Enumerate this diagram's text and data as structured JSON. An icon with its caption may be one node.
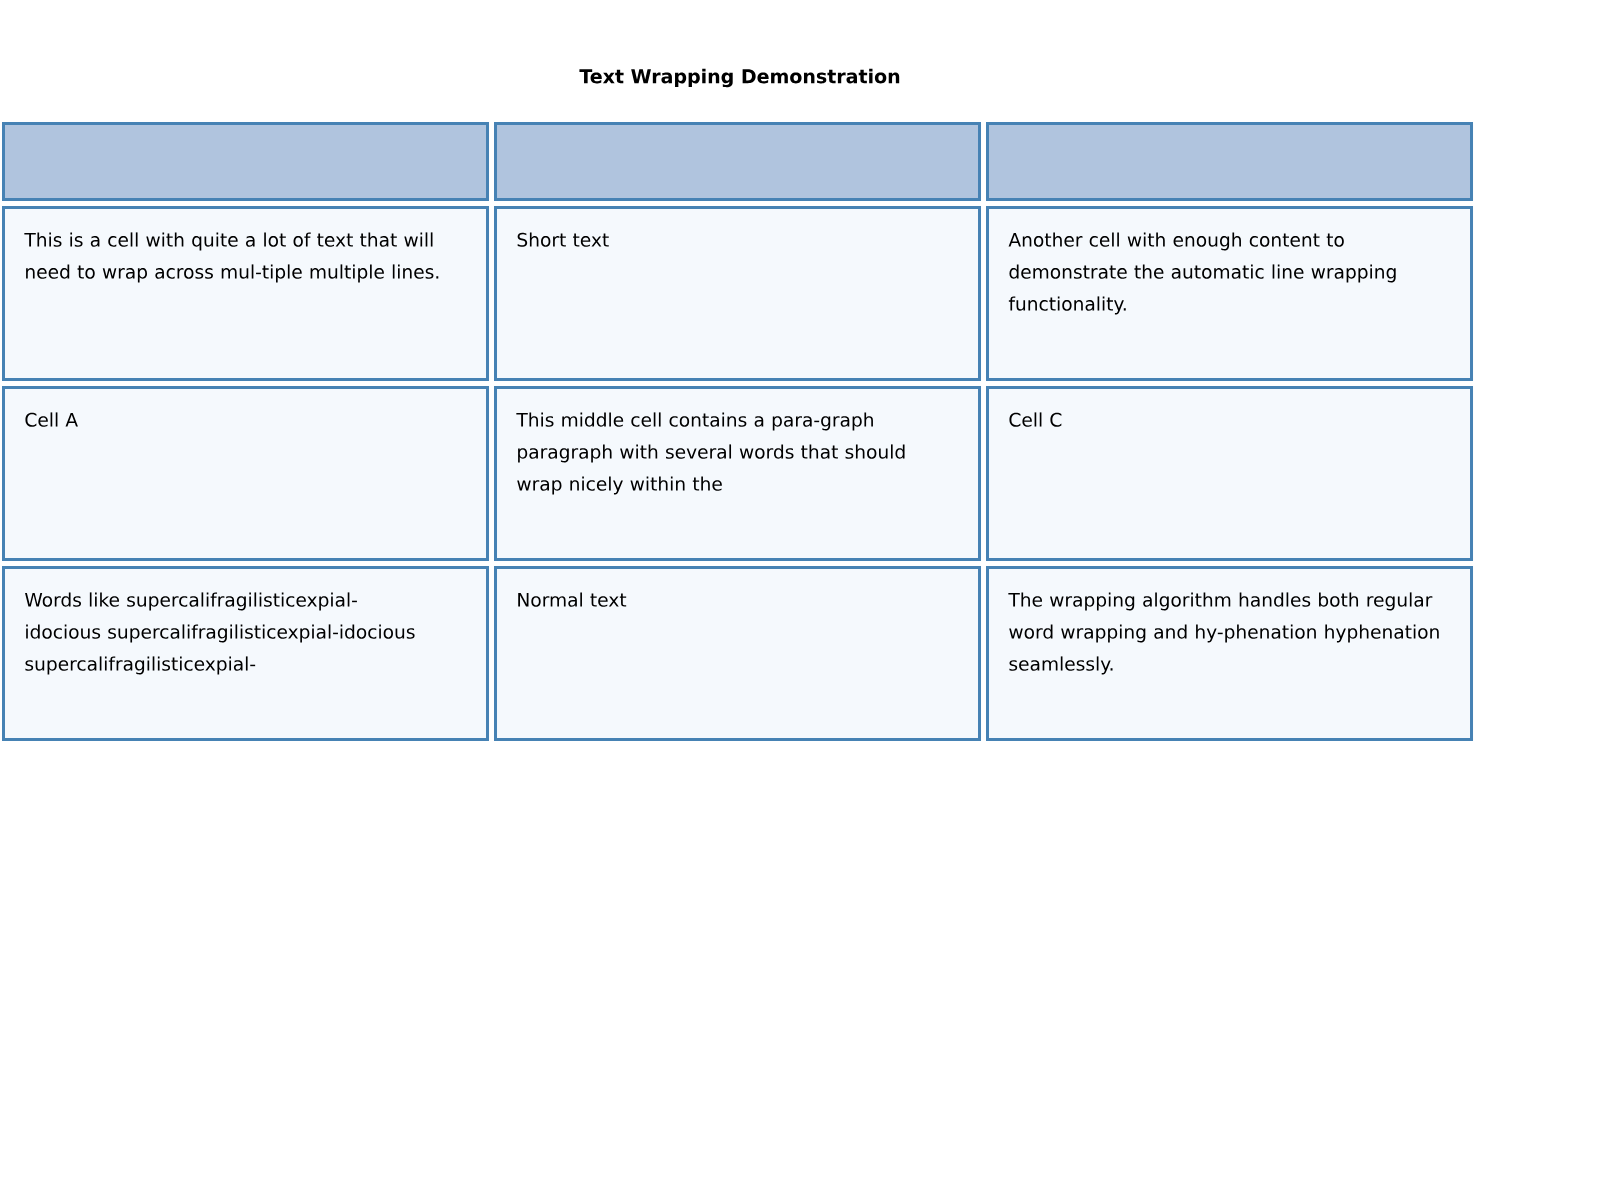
{
  "diagram": {
    "title": "Text Wrapping Demonstration",
    "nodes": [
      {
        "text": [],
        "shape": "box"
      },
      {
        "text": [],
        "shape": "box"
      },
      {
        "text": [],
        "shape": "box"
      },
      {
        "text": [
          "This is a cell with quite a lot of text that will need to wrap across mul-tiple multiple lines."
        ]
      },
      {
        "text": [
          "Short text"
        ]
      },
      {
        "text": [
          "Another cell with enough content to demonstrate the automatic line wrapping functionality."
        ]
      },
      {
        "text": [
          "Cell A"
        ]
      },
      {
        "text": [
          "This middle cell contains a para-graph paragraph with several words that should wrap nicely within the"
        ]
      },
      {
        "text": [
          "Cell C"
        ]
      },
      {
        "text": [
          "Words like supercalifragilisticexpial-idocious supercalifragilisticexpial-idocious supercalifragilisticexpial-"
        ]
      },
      {
        "text": [
          "Normal text"
        ]
      },
      {
        "text": [
          "The wrapping algorithm handles both regular word wrapping and hy-phenation hyphenation seamlessly."
        ]
      }
    ]
  }
}
